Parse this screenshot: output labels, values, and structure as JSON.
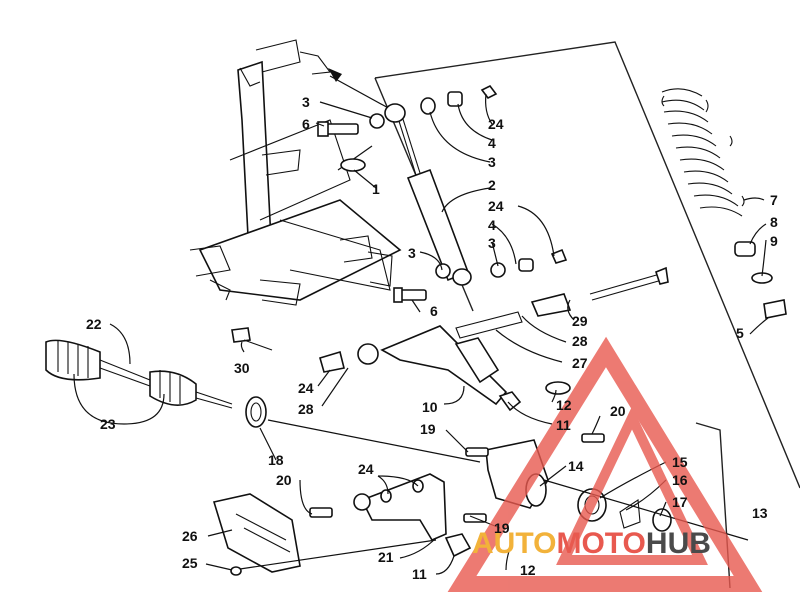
{
  "callouts": [
    {
      "id": "c3a",
      "text": "3"
    },
    {
      "id": "c6a",
      "text": "6"
    },
    {
      "id": "c1",
      "text": "1"
    },
    {
      "id": "c24a",
      "text": "24"
    },
    {
      "id": "c4a",
      "text": "4"
    },
    {
      "id": "c3b",
      "text": "3"
    },
    {
      "id": "c2",
      "text": "2"
    },
    {
      "id": "c24b",
      "text": "24"
    },
    {
      "id": "c4b",
      "text": "4"
    },
    {
      "id": "c3c",
      "text": "3"
    },
    {
      "id": "c3d",
      "text": "3"
    },
    {
      "id": "c6b",
      "text": "6"
    },
    {
      "id": "c7",
      "text": "7"
    },
    {
      "id": "c8",
      "text": "8"
    },
    {
      "id": "c9",
      "text": "9"
    },
    {
      "id": "c5",
      "text": "5"
    },
    {
      "id": "c29",
      "text": "29"
    },
    {
      "id": "c28a",
      "text": "28"
    },
    {
      "id": "c27",
      "text": "27"
    },
    {
      "id": "c22",
      "text": "22"
    },
    {
      "id": "c30",
      "text": "30"
    },
    {
      "id": "c24c",
      "text": "24"
    },
    {
      "id": "c28b",
      "text": "28"
    },
    {
      "id": "c23",
      "text": "23"
    },
    {
      "id": "c10",
      "text": "10"
    },
    {
      "id": "c12a",
      "text": "12"
    },
    {
      "id": "c11a",
      "text": "11"
    },
    {
      "id": "c20a",
      "text": "20"
    },
    {
      "id": "c19a",
      "text": "19"
    },
    {
      "id": "c18",
      "text": "18"
    },
    {
      "id": "c14",
      "text": "14"
    },
    {
      "id": "c15",
      "text": "15"
    },
    {
      "id": "c16",
      "text": "16"
    },
    {
      "id": "c17",
      "text": "17"
    },
    {
      "id": "c13",
      "text": "13"
    },
    {
      "id": "c24d",
      "text": "24"
    },
    {
      "id": "c20b",
      "text": "20"
    },
    {
      "id": "c19b",
      "text": "19"
    },
    {
      "id": "c26",
      "text": "26"
    },
    {
      "id": "c21",
      "text": "21"
    },
    {
      "id": "c25",
      "text": "25"
    },
    {
      "id": "c11b",
      "text": "11"
    },
    {
      "id": "c12b",
      "text": "12"
    }
  ],
  "watermark": {
    "part1": "AUTO",
    "part2": "MOTO",
    "part3": "HUB",
    "colors": {
      "auto": "#f2b23a",
      "moto": "#e8594f",
      "hub": "#4a4a4a",
      "triangle": "#e8594f"
    }
  }
}
